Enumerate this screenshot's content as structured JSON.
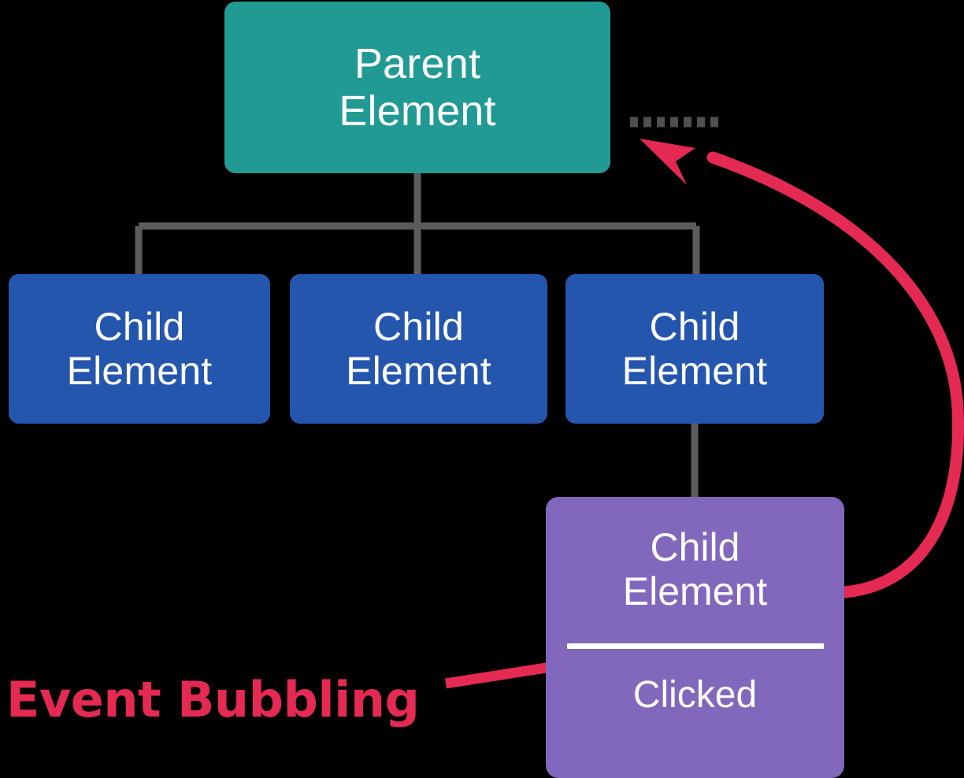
{
  "diagram": {
    "title": "Event Bubbling",
    "background_color": "#000000",
    "caption": {
      "text": "Event Bubbling",
      "color": "#E42A52"
    },
    "nodes": {
      "parent": {
        "label": "Parent\nElement",
        "color": "#219A94",
        "text_color": "#FFFFFF"
      },
      "children": [
        {
          "label": "Child\nElement",
          "color": "#2556AE",
          "text_color": "#FFFFFF"
        },
        {
          "label": "Child\nElement",
          "color": "#2556AE",
          "text_color": "#FFFFFF"
        },
        {
          "label": "Child\nElement",
          "color": "#2556AE",
          "text_color": "#FFFFFF"
        }
      ],
      "clicked": {
        "label": "Child\nElement",
        "status": "Clicked",
        "color": "#8268BC",
        "text_color": "#FFFFFF",
        "divider_color": "#FFFFFF"
      }
    },
    "connectors": {
      "tree_line_color": "#5C5C5C",
      "dashed_line_color": "#4F4F4F",
      "dash_count": 8,
      "bubbling_arrow_color": "#E42A52",
      "leader_line_color": "#E42A52"
    }
  }
}
